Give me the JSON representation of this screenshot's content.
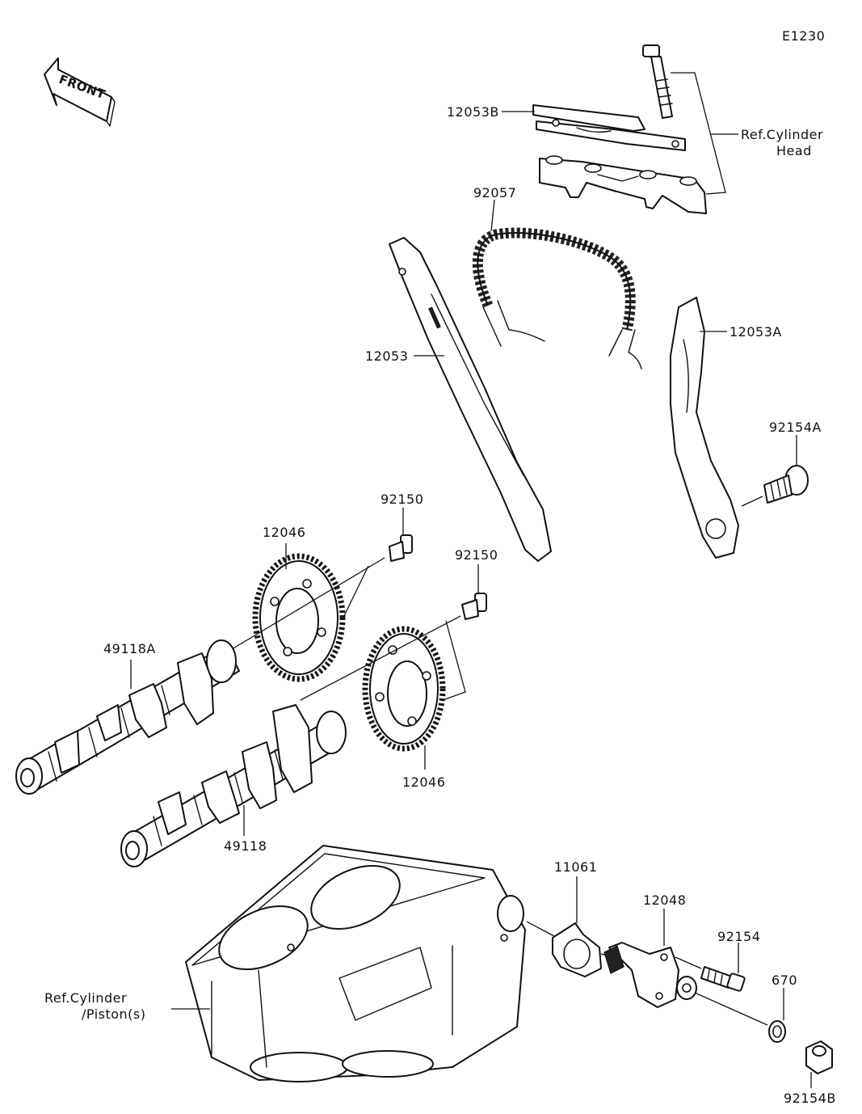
{
  "diagram_code": "E1230",
  "front_label": "FRONT",
  "parts": {
    "p12053B": "12053B",
    "p92057": "92057",
    "p12053": "12053",
    "p12053A": "12053A",
    "p92154A": "92154A",
    "p92150_top": "92150",
    "p92150_mid": "92150",
    "p12046_top": "12046",
    "p12046_bottom": "12046",
    "p49118A": "49118A",
    "p49118": "49118",
    "p11061": "11061",
    "p12048": "12048",
    "p92154": "92154",
    "p670": "670",
    "p92154B": "92154B"
  },
  "refs": {
    "cyl_head_line1": "Ref.Cylinder",
    "cyl_head_line2": "Head",
    "cyl_piston_line1": "Ref.Cylinder",
    "cyl_piston_line2": "/Piston(s)"
  }
}
